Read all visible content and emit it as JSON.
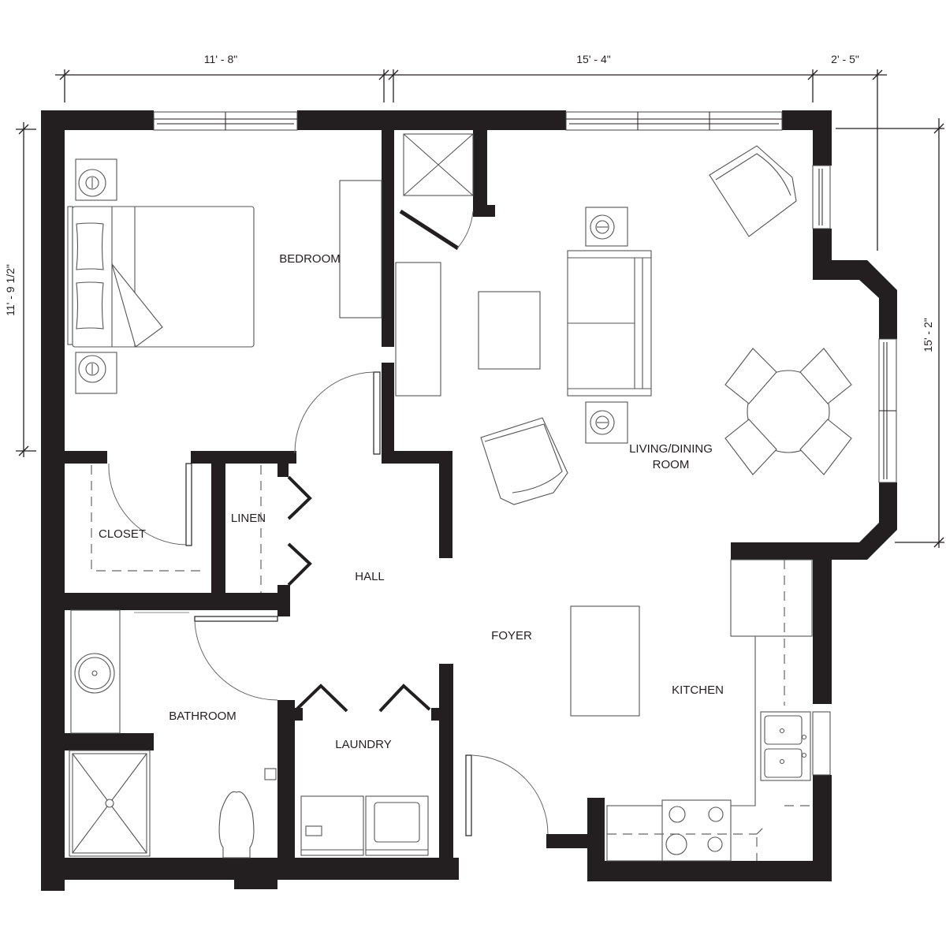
{
  "plan": {
    "dimensions": {
      "top_left": "11' - 8\"",
      "top_middle": "15' - 4\"",
      "top_right": "2' - 5\"",
      "left_side": "11' - 9 1/2\"",
      "right_side": "15' - 2\""
    },
    "rooms": {
      "bedroom": "BEDROOM",
      "living_line1": "LIVING/DINING",
      "living_line2": "ROOM",
      "closet": "CLOSET",
      "linen": "LINEN",
      "hall": "HALL",
      "foyer": "FOYER",
      "kitchen": "KITCHEN",
      "bathroom": "BATHROOM",
      "laundry": "LAUNDRY"
    },
    "colors": {
      "wall": "#231f20",
      "furniture_stroke": "#555555",
      "background": "#ffffff"
    }
  }
}
